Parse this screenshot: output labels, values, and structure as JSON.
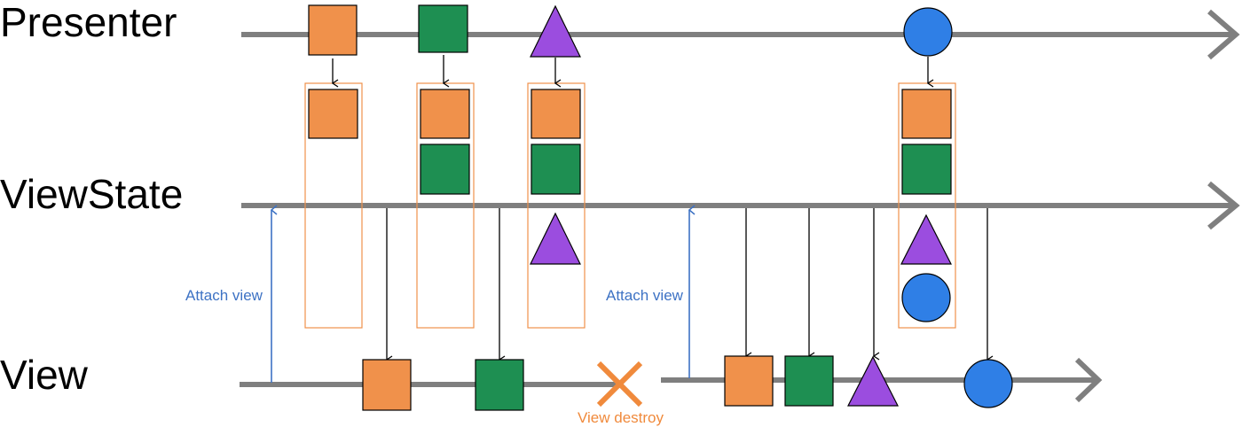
{
  "lanes": {
    "presenter": "Presenter",
    "viewstate": "ViewState",
    "view": "View"
  },
  "annotations": {
    "attach_view_1": "Attach view",
    "attach_view_2": "Attach view",
    "view_destroy": "View destroy"
  },
  "colors": {
    "timeline": "#7f7f7f",
    "orange": "#f0914b",
    "green": "#1e8f52",
    "purple": "#9b4ddf",
    "blue": "#2f7fe6",
    "attach_line": "#3d72c4",
    "destroy": "#f08a3c",
    "snapshot_border": "#f0914b"
  },
  "shapes": {
    "presenter_events": [
      "orange-square",
      "green-square",
      "purple-triangle",
      "blue-circle"
    ],
    "view_first_session": [
      "orange-square",
      "green-square"
    ],
    "view_second_session": [
      "orange-square",
      "green-square",
      "purple-triangle",
      "blue-circle"
    ]
  }
}
